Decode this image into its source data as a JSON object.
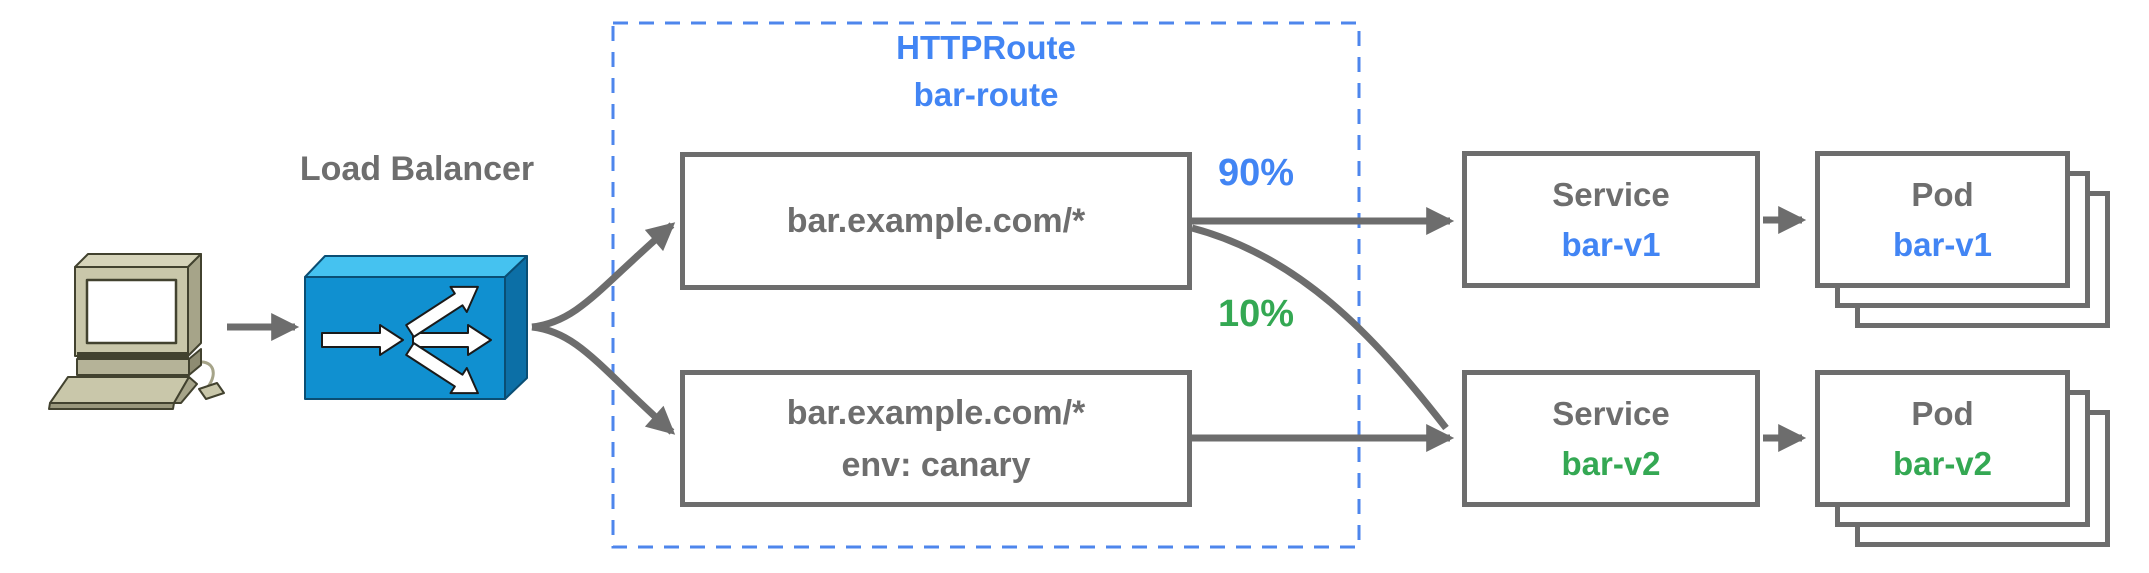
{
  "client": {
    "icon": "desktop-computer-icon"
  },
  "load_balancer": {
    "label": "Load Balancer",
    "icon": "load-balancer-icon"
  },
  "httproute": {
    "kind": "HTTPRoute",
    "name": "bar-route",
    "rules": [
      {
        "match": "bar.example.com/*"
      },
      {
        "match": "bar.example.com/*",
        "header": "env: canary"
      }
    ]
  },
  "weights": {
    "to_v1": "90%",
    "to_v2": "10%"
  },
  "services": [
    {
      "kind": "Service",
      "name": "bar-v1",
      "accent": "#4285F4"
    },
    {
      "kind": "Service",
      "name": "bar-v2",
      "accent": "#34A853"
    }
  ],
  "pods": [
    {
      "kind": "Pod",
      "name": "bar-v1",
      "accent": "#4285F4",
      "stack_count": 3
    },
    {
      "kind": "Pod",
      "name": "bar-v2",
      "accent": "#34A853",
      "stack_count": 3
    }
  ],
  "colors": {
    "blue": "#4285F4",
    "green": "#34A853",
    "gray_text": "#6e6e6e",
    "line_gray": "#6d6d6d",
    "dashed_border_blue": "#4e86ec",
    "lb_box_blue": "#1090D0"
  }
}
